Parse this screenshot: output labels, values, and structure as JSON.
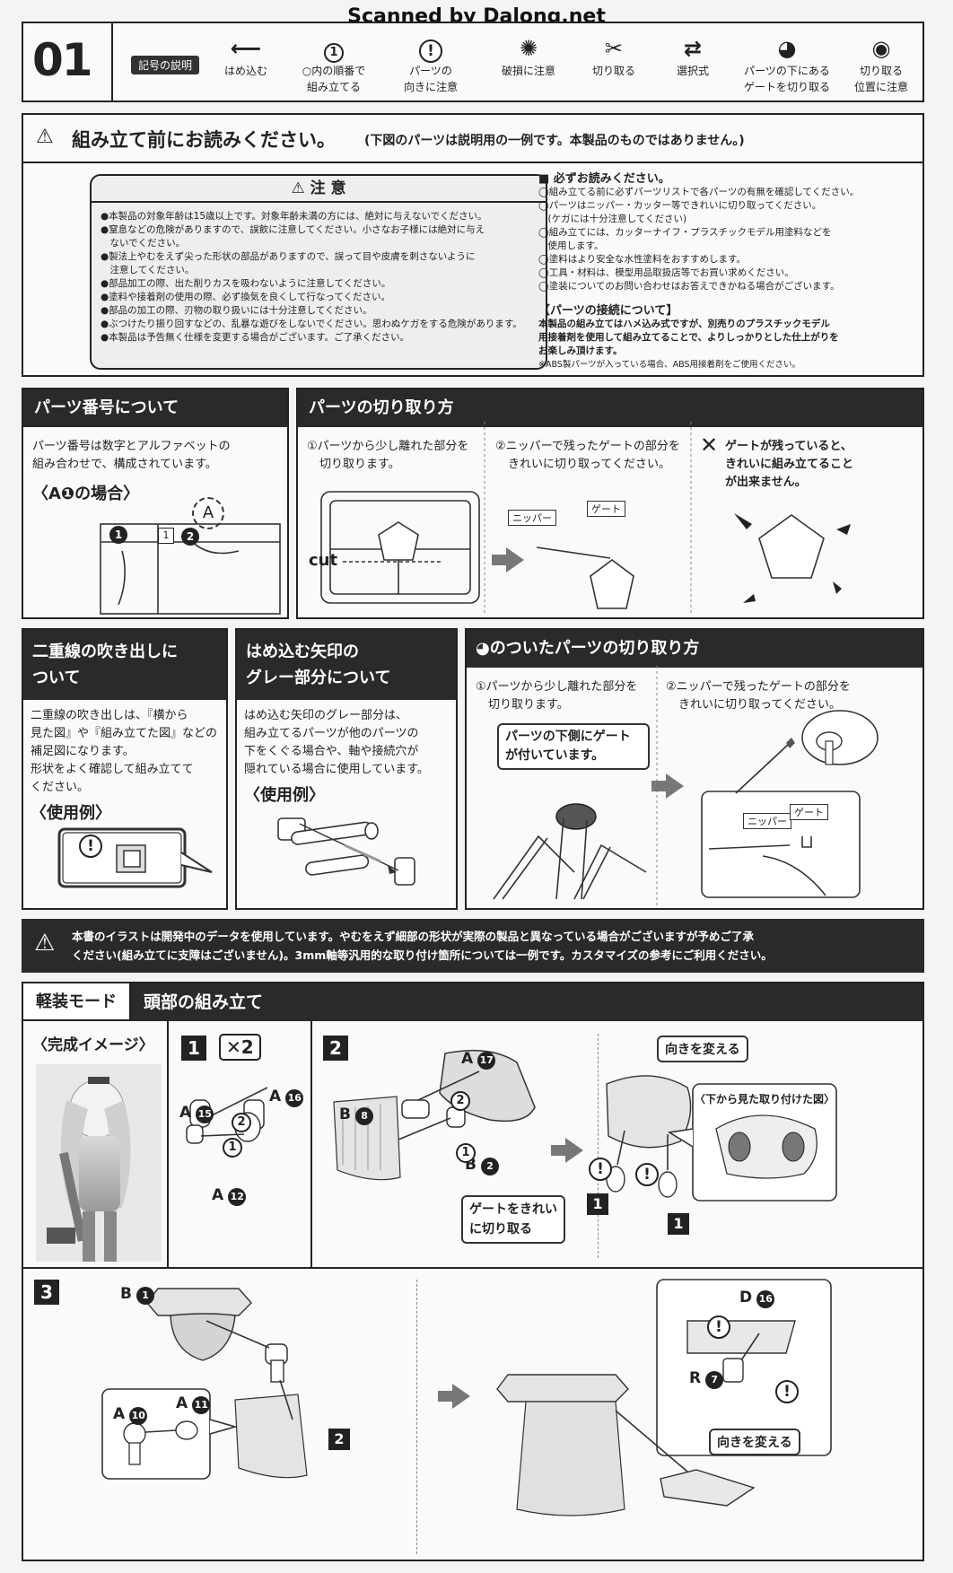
{
  "header": {
    "scan_credit": "Scanned by Dalong.net",
    "page_number": "01",
    "legend_title": "記号の説明",
    "legend": [
      {
        "icon": "arrow-left-icon",
        "label": "はめ込む"
      },
      {
        "icon": "circled-number-icon",
        "glyph": "1",
        "label_line1": "○内の順番で",
        "label_line2": "組み立てる"
      },
      {
        "icon": "exclamation-icon",
        "glyph": "!",
        "label_line1": "パーツの",
        "label_line2": "向きに注意"
      },
      {
        "icon": "break-icon",
        "label": "破損に注意"
      },
      {
        "icon": "cut-icon",
        "label": "切り取る"
      },
      {
        "icon": "double-arrow-icon",
        "label": "選択式"
      },
      {
        "icon": "gate-under-icon",
        "label_line1": "パーツの下にある",
        "label_line2": "ゲートを切り取る"
      },
      {
        "icon": "position-icon",
        "label_line1": "切り取る",
        "label_line2": "位置に注意"
      }
    ]
  },
  "read_first": {
    "title": "組み立て前にお読みください。",
    "subtitle": "(下図のパーツは説明用の一例です。本製品のものではありません。)",
    "caution_title": "注 意",
    "caution_items": [
      "●本製品の対象年齢は15歳以上です。対象年齢未満の方には、絶対に与えないでください。",
      "●窒息などの危険がありますので、誤飲に注意してください。小さなお子様には絶対に与え",
      "　ないでください。",
      "●製法上やむをえず尖った形状の部品がありますので、誤って目や皮膚を刺さないように",
      "　注意してください。",
      "●部品加工の際、出た削りカスを吸わないように注意してください。",
      "●塗料や接着剤の使用の際、必ず換気を良くして行なってください。",
      "●部品の加工の際、刃物の取り扱いには十分注意してください。",
      "●ぶつけたり振り回すなどの、乱暴な遊びをしないでください。思わぬケガをする危険があります。",
      "●本製品は予告無く仕様を変更する場合がございます。ご了承ください。"
    ],
    "must_read_title": "■ 必ずお読みください。",
    "must_read_items": [
      "◯組み立てる前に必ずパーツリストで各パーツの有無を確認してください。",
      "◯パーツはニッパー・カッター等できれいに切り取ってください。",
      "　(ケガには十分注意してください)",
      "◯組み立てには、カッターナイフ・プラスチックモデル用塗料などを",
      "　使用します。",
      "◯塗料はより安全な水性塗料をおすすめします。",
      "◯工具・材料は、模型用品取扱店等でお買い求めください。",
      "◯塗装についてのお問い合わせはお答えできかねる場合がございます。"
    ],
    "connection_title": "【パーツの接続について】",
    "connection_lines": [
      "本製品の組み立てはハメ込み式ですが、別売りのプラスチックモデル",
      "用接着剤を使用して組み立てることで、よりしっかりとした仕上がりを",
      "お楽しみ頂けます。"
    ],
    "connection_note": "※ABS製パーツが入っている場合、ABS用接着剤をご使用ください。"
  },
  "part_number": {
    "title": "パーツ番号について",
    "line1": "パーツ番号は数字とアルファベットの",
    "line2": "組み合わせで、構成されています。",
    "example": "〈A❶の場合〉",
    "runner_letter": "A",
    "runner_num_1": "1",
    "runner_num_2": "2",
    "runner_tag": "1"
  },
  "cutting": {
    "title": "パーツの切り取り方",
    "step1_l1": "①パーツから少し離れた部分を",
    "step1_l2": "切り取ります。",
    "cut_label": "cut",
    "step2_l1": "②ニッパーで残ったゲートの部分を",
    "step2_l2": "きれいに切り取ってください。",
    "nipper": "ニッパー",
    "gate": "ゲート",
    "wrong_mark": "✕",
    "warn_l1": "ゲートが残っていると、",
    "warn_l2": "きれいに組み立てること",
    "warn_l3": "が出来ません。"
  },
  "double_line": {
    "title_l1": "二重線の吹き出しに",
    "title_l2": "ついて",
    "lines": [
      "二重線の吹き出しは、『横から",
      "見た図』や『組み立てた図』などの",
      "補足図になります。",
      "形状をよく確認して組み立てて",
      "ください。"
    ],
    "example": "〈使用例〉"
  },
  "gray_arrow": {
    "title_l1": "はめ込む矢印の",
    "title_l2": "グレー部分について",
    "lines": [
      "はめ込む矢印のグレー部分は、",
      "組み立てるパーツが他のパーツの",
      "下をくぐる場合や、軸や接続穴が",
      "隠れている場合に使用しています。"
    ],
    "example": "〈使用例〉"
  },
  "gate_under": {
    "title": "のついたパーツの切り取り方",
    "step1_l1": "①パーツから少し離れた部分を",
    "step1_l2": "切り取ります。",
    "bubble_l1": "パーツの下側にゲート",
    "bubble_l2": "が付いています。",
    "step2_l1": "②ニッパーで残ったゲートの部分を",
    "step2_l2": "きれいに切り取ってください。",
    "nipper": "ニッパー",
    "gate": "ゲート"
  },
  "notice": {
    "line1": "本書のイラストは開発中のデータを使用しています。やむをえず細部の形状が実際の製品と異なっている場合がございますが予めご了承",
    "line2": "ください(組み立てに支障はございません)。3mm軸等汎用的な取り付け箇所については一例です。カスタマイズの参考にご利用ください。"
  },
  "assembly": {
    "mode": "軽装モード",
    "title": "頭部の組み立て",
    "complete_image": "〈完成イメージ〉",
    "step1": "1",
    "step1_qty": "✕2",
    "step1_parts": [
      "A",
      "15",
      "A",
      "16",
      "A",
      "12"
    ],
    "step2": "2",
    "step2_parts": [
      "A",
      "17",
      "B",
      "8",
      "B",
      "2"
    ],
    "gate_bubble_l1": "ゲートをきれい",
    "gate_bubble_l2": "に切り取る",
    "turn_label": "向きを変える",
    "bottom_view": "〈下から見た取り付けた図〉",
    "ref_step": "1",
    "step3": "3",
    "step3_parts": [
      "B",
      "1",
      "A",
      "10",
      "A",
      "11",
      "D",
      "16",
      "R",
      "7"
    ],
    "step3_ref": "2",
    "turn_label2": "向きを変える",
    "order_1": "1",
    "order_2": "2"
  }
}
